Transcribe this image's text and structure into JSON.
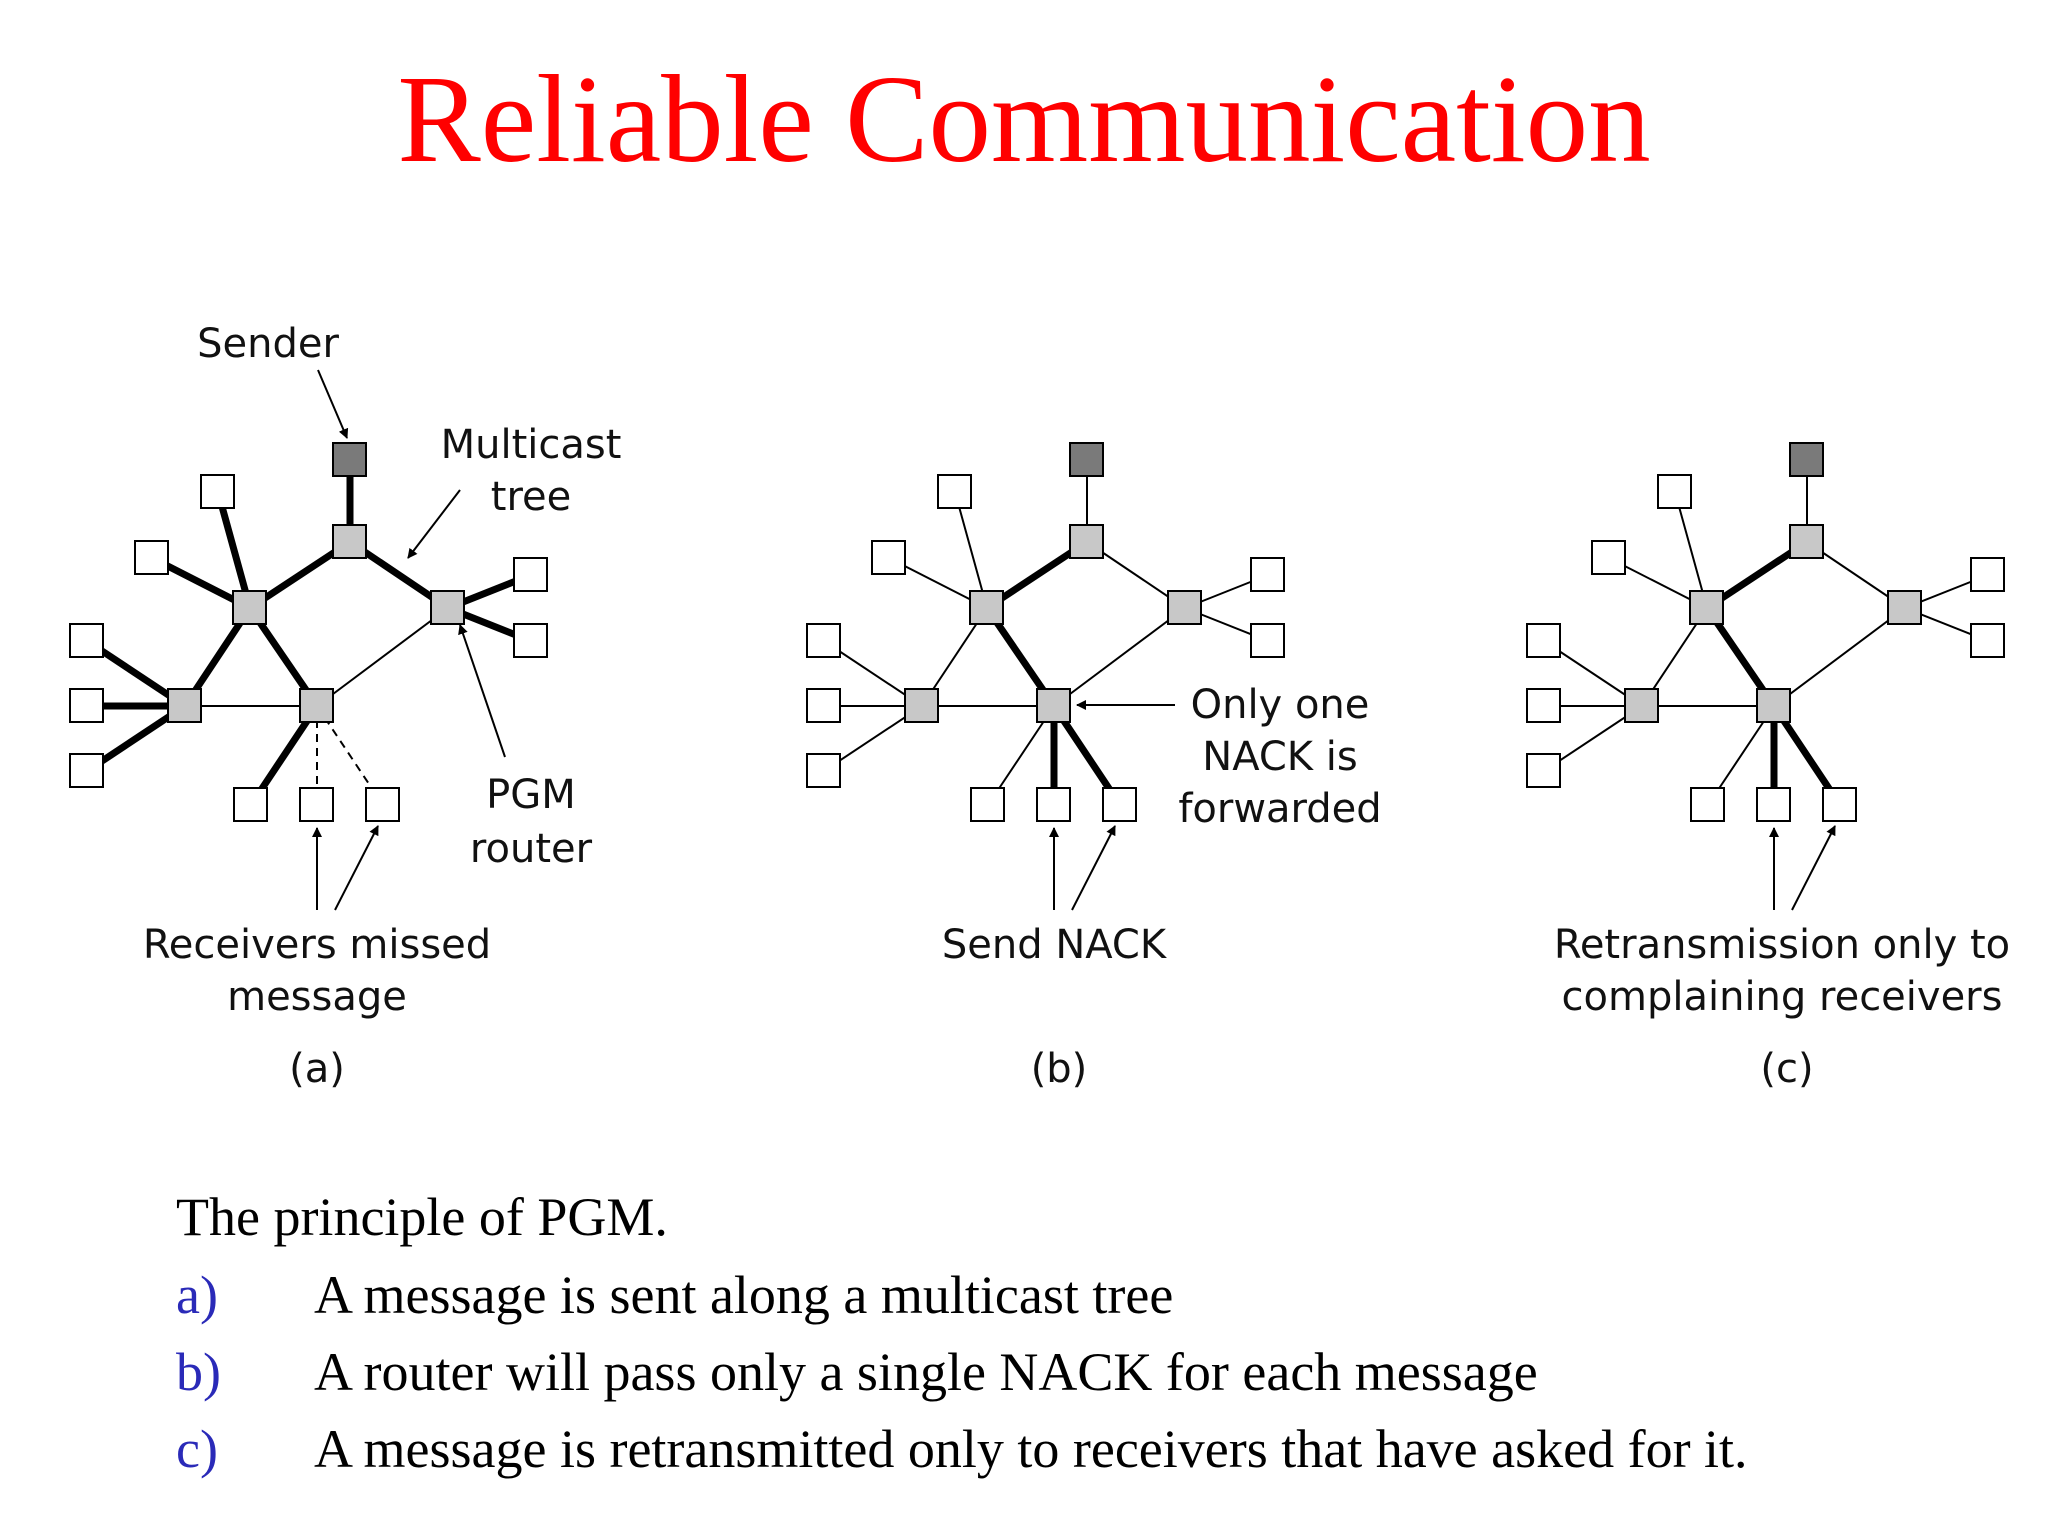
{
  "title": "Reliable Communication",
  "panels": {
    "a": {
      "sender_label": "Sender",
      "multicast_label_1": "Multicast",
      "multicast_label_2": "tree",
      "router_label_1": "PGM",
      "router_label_2": "router",
      "receivers_label_1": "Receivers missed",
      "receivers_label_2": "message",
      "panel_label": "(a)"
    },
    "b": {
      "only_one_1": "Only one",
      "only_one_2": "NACK is",
      "only_one_3": "forwarded",
      "send_nack": "Send NACK",
      "panel_label": "(b)"
    },
    "c": {
      "retrans_1": "Retransmission only to",
      "retrans_2": "complaining receivers",
      "panel_label": "(c)"
    }
  },
  "caption": "The principle of PGM.",
  "items": [
    {
      "marker": "a)",
      "text": "A message is sent along a multicast tree"
    },
    {
      "marker": "b)",
      "text": "A router will pass only a single NACK for each message"
    },
    {
      "marker": "c)",
      "text": "A message is retransmitted only to receivers that have asked for it."
    }
  ],
  "colors": {
    "title": "#ff0000",
    "list_marker": "#2a2ab8",
    "router_fill": "#c8c8c8",
    "sender_fill": "#7a7a7a",
    "receiver_fill": "#ffffff"
  }
}
